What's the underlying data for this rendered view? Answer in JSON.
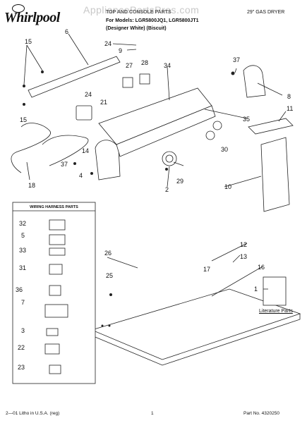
{
  "watermark": "AppliancePartsPros.com",
  "brand": "Whirlpool",
  "header": {
    "title": "TOP AND CONSOLE PARTS",
    "product": "29\" GAS DRYER",
    "models_line": "For Models: LGR5800JQ1, LGR5800JT1",
    "colors_line": "(Designer White)   (Biscuit)"
  },
  "wiring_box_title": "WIRING HARNESS PARTS",
  "literature_label": "Literature Parts",
  "footer": {
    "left": "2—01 Litho in U.S.A. (reg)",
    "center": "1",
    "right": "Part No. 4320250"
  },
  "callouts": [
    "1",
    "2",
    "3",
    "4",
    "5",
    "6",
    "7",
    "8",
    "9",
    "10",
    "11",
    "12",
    "13",
    "14",
    "15",
    "15",
    "16",
    "17",
    "18",
    "21",
    "22",
    "23",
    "24",
    "24",
    "25",
    "26",
    "27",
    "28",
    "29",
    "30",
    "31",
    "32",
    "33",
    "34",
    "35",
    "36",
    "37",
    "37"
  ]
}
